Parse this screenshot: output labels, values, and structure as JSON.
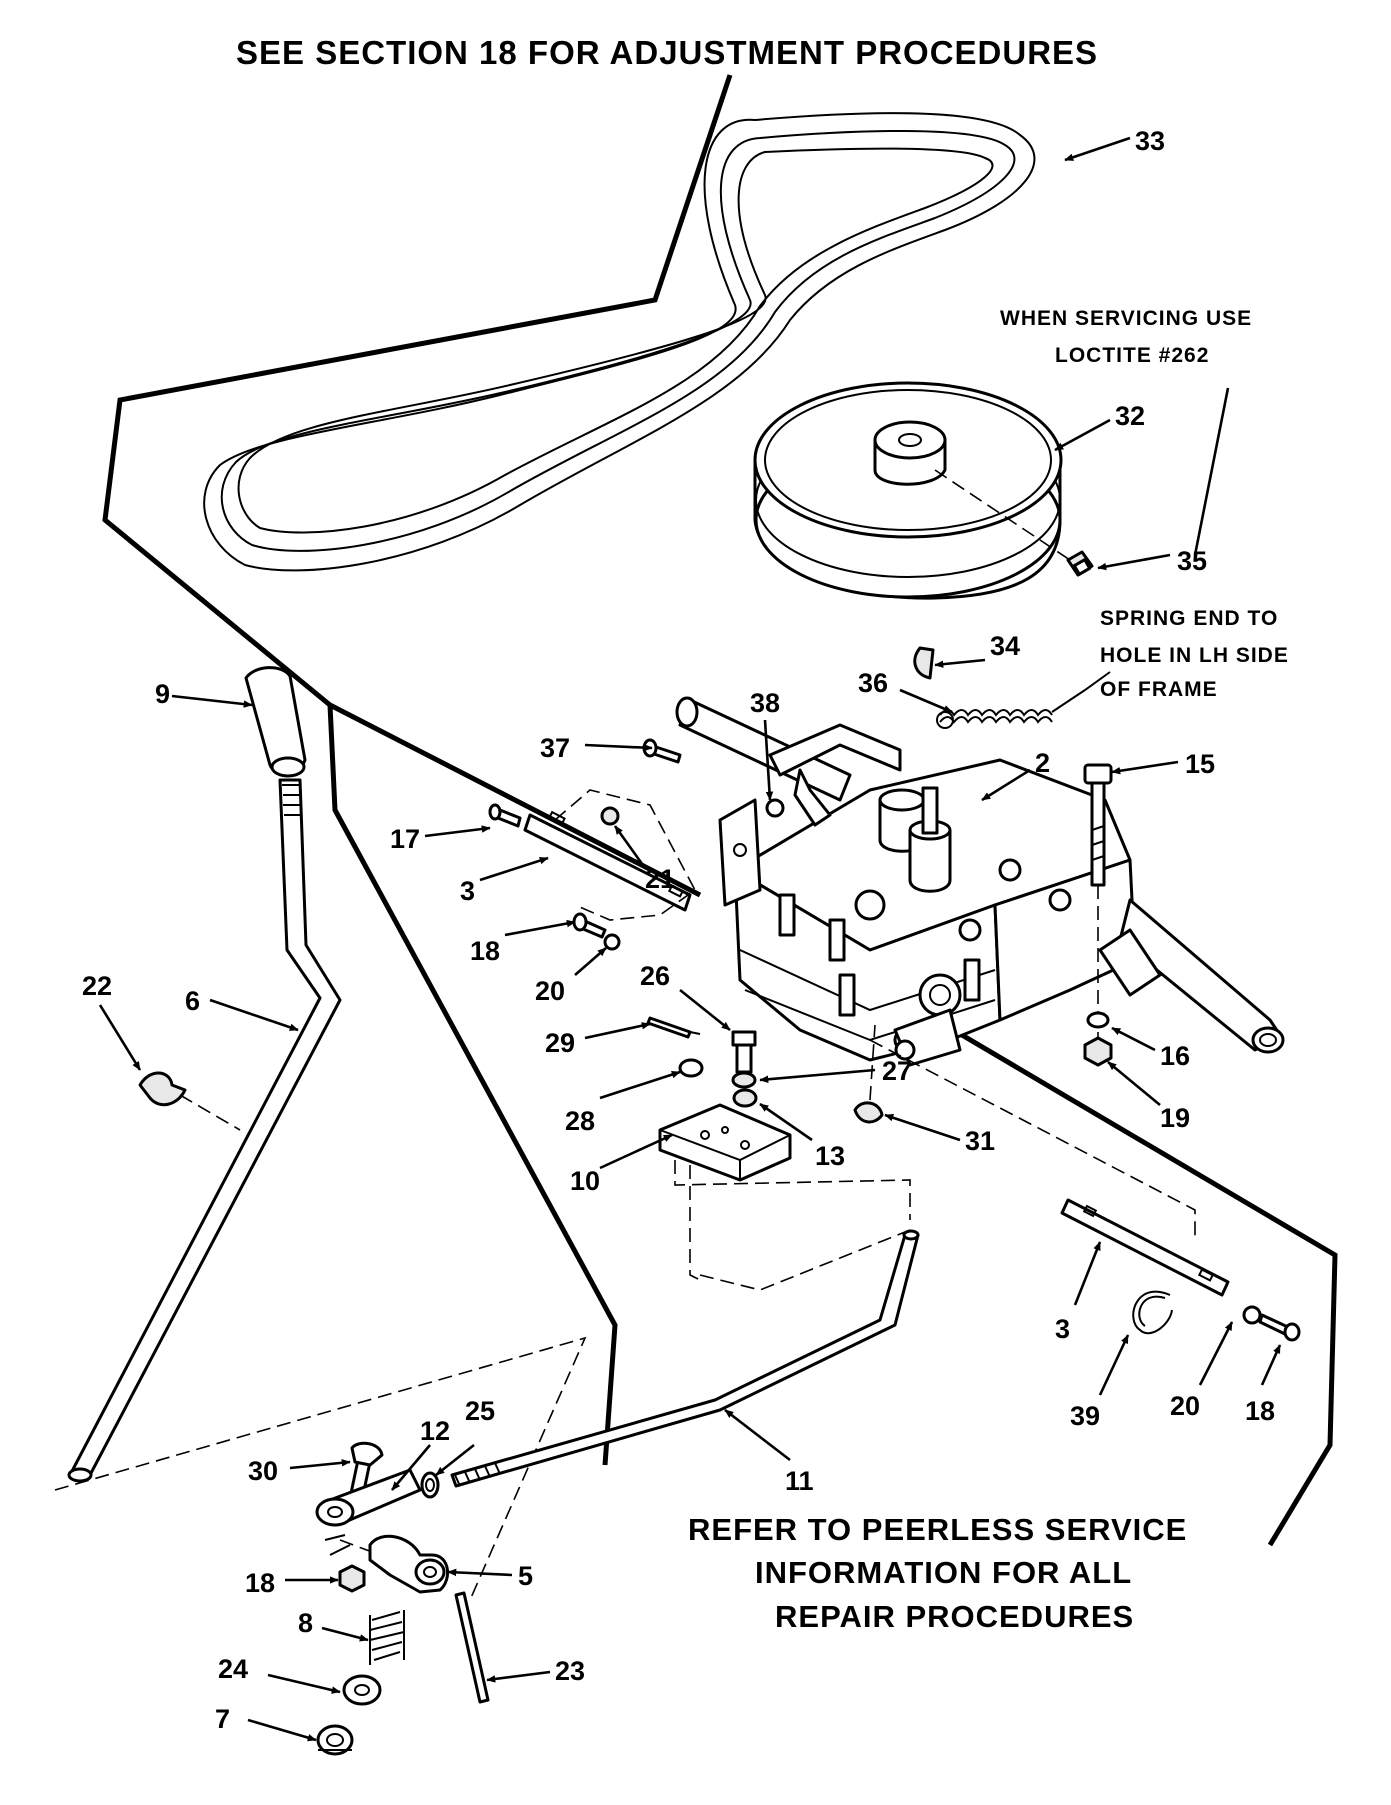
{
  "notes": {
    "top": "SEE SECTION 18 FOR ADJUSTMENT PROCEDURES",
    "loctite_line1": "WHEN SERVICING USE",
    "loctite_line2": "LOCTITE #262",
    "spring_line1": "SPRING END TO",
    "spring_line2": "HOLE IN LH SIDE",
    "spring_line3": "OF FRAME",
    "peerless_line1": "REFER TO PEERLESS SERVICE",
    "peerless_line2": "INFORMATION FOR ALL",
    "peerless_line3": "REPAIR PROCEDURES"
  },
  "callouts": {
    "c2": "2",
    "c3a": "3",
    "c3b": "3",
    "c5": "5",
    "c6": "6",
    "c7": "7",
    "c8": "8",
    "c9": "9",
    "c10": "10",
    "c11": "11",
    "c12": "12",
    "c13": "13",
    "c15": "15",
    "c16": "16",
    "c17": "17",
    "c18a": "18",
    "c18b": "18",
    "c18c": "18",
    "c19": "19",
    "c20a": "20",
    "c20b": "20",
    "c21": "21",
    "c22": "22",
    "c23": "23",
    "c24": "24",
    "c25": "25",
    "c26": "26",
    "c27": "27",
    "c28": "28",
    "c29": "29",
    "c30": "30",
    "c31": "31",
    "c32": "32",
    "c33": "33",
    "c34": "34",
    "c35": "35",
    "c36": "36",
    "c37": "37",
    "c38": "38",
    "c39": "39"
  },
  "icons": {
    "arrowhead": "arrowhead-icon"
  }
}
